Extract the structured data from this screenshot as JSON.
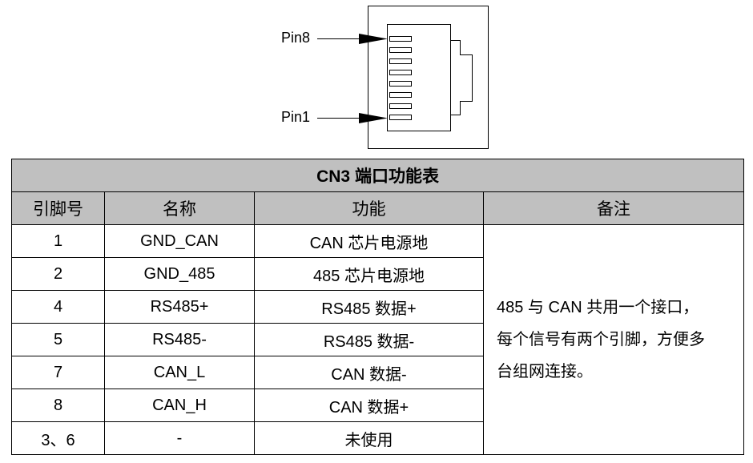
{
  "diagram": {
    "pin_top_label": "Pin8",
    "pin_bottom_label": "Pin1"
  },
  "table": {
    "title": "CN3 端口功能表",
    "headers": [
      "引脚号",
      "名称",
      "功能",
      "备注"
    ],
    "rows": [
      {
        "pin": "1",
        "name": "GND_CAN",
        "function": "CAN 芯片电源地"
      },
      {
        "pin": "2",
        "name": "GND_485",
        "function": "485 芯片电源地"
      },
      {
        "pin": "4",
        "name": "RS485+",
        "function": "RS485 数据+"
      },
      {
        "pin": "5",
        "name": "RS485-",
        "function": "RS485 数据-"
      },
      {
        "pin": "7",
        "name": "CAN_L",
        "function": "CAN 数据-"
      },
      {
        "pin": "8",
        "name": "CAN_H",
        "function": "CAN 数据+"
      },
      {
        "pin": "3、6",
        "name": "-",
        "function": "未使用"
      }
    ],
    "note_lines": [
      "485 与 CAN 共用一个接口，",
      "每个信号有两个引脚，方便多",
      "台组网连接。"
    ]
  }
}
